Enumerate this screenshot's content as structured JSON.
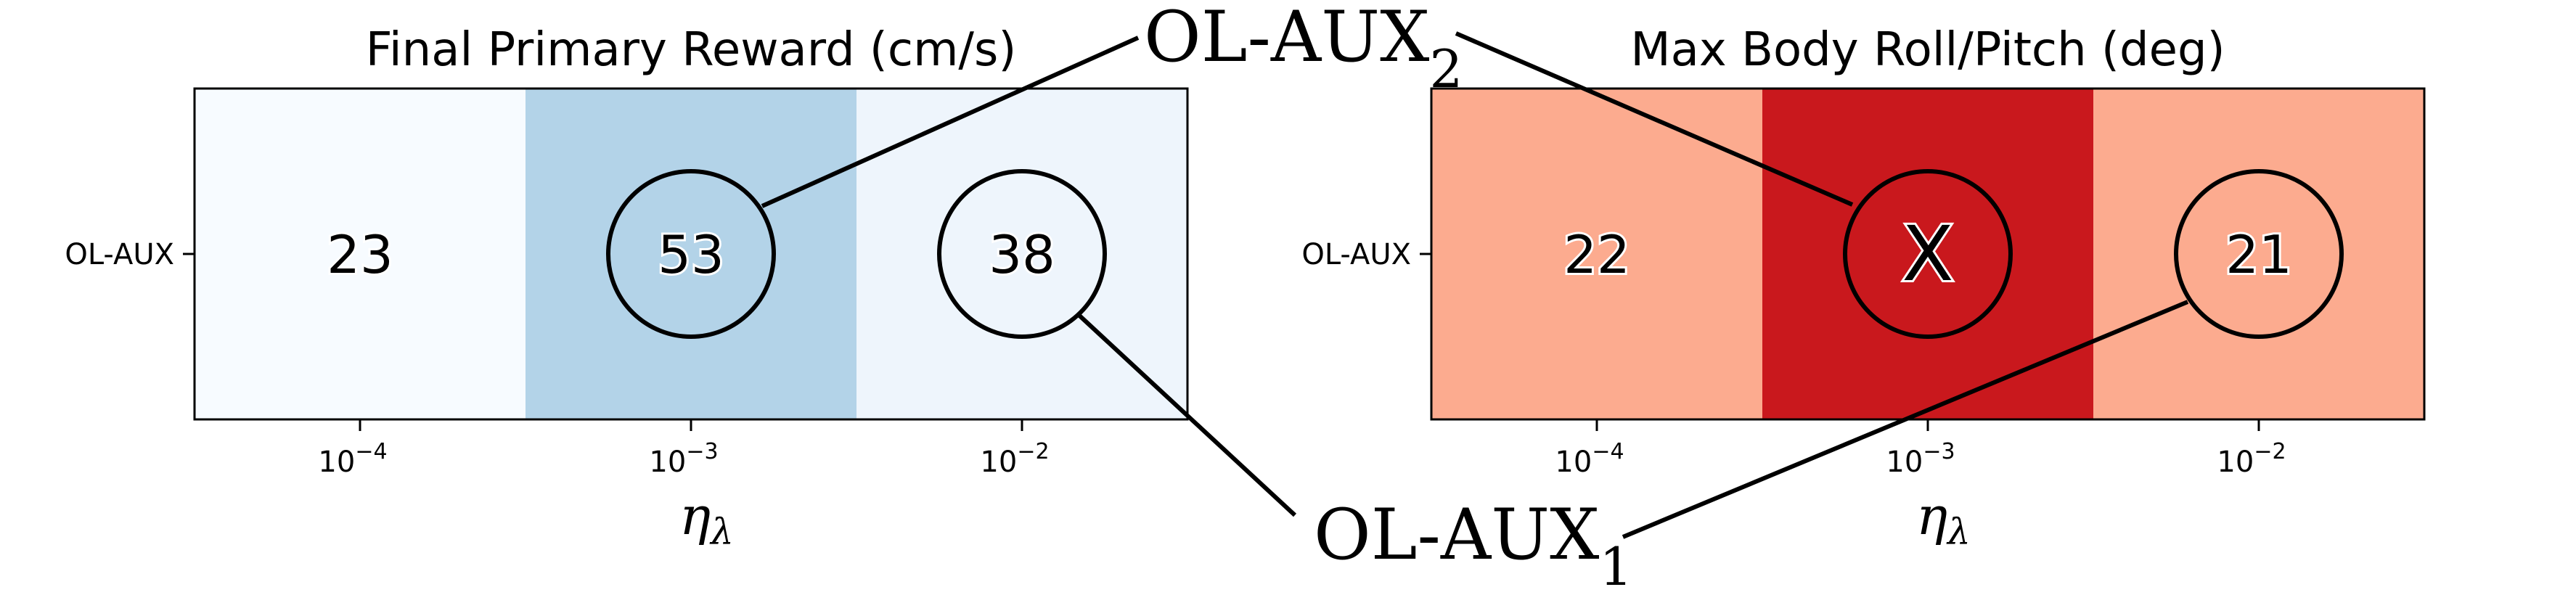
{
  "chart_data": [
    {
      "type": "heatmap",
      "title": "Final Primary Reward (cm/s)",
      "xlabel": "η",
      "xlabel_sub": "λ",
      "rows": [
        "OL-AUX"
      ],
      "columns": [
        {
          "base": "10",
          "exp": "−4"
        },
        {
          "base": "10",
          "exp": "−3"
        },
        {
          "base": "10",
          "exp": "−2"
        }
      ],
      "cells": [
        "23",
        "53",
        "38"
      ],
      "values": [
        23,
        53,
        38
      ],
      "colors": [
        "#f7fbff",
        "#b3d3e8",
        "#eef5fc"
      ],
      "circled": [
        false,
        true,
        true
      ]
    },
    {
      "type": "heatmap",
      "title": "Max Body Roll/Pitch (deg)",
      "xlabel": "η",
      "xlabel_sub": "λ",
      "rows": [
        "OL-AUX"
      ],
      "columns": [
        {
          "base": "10",
          "exp": "−4"
        },
        {
          "base": "10",
          "exp": "−3"
        },
        {
          "base": "10",
          "exp": "−2"
        }
      ],
      "cells": [
        "22",
        "X",
        "21"
      ],
      "values": [
        22,
        null,
        21
      ],
      "colors": [
        "#fcab8f",
        "#c9181d",
        "#fcab8f"
      ],
      "circled": [
        false,
        true,
        true
      ]
    }
  ],
  "callouts": {
    "aux2": {
      "text": "OL-AUX",
      "sub": "2"
    },
    "aux1": {
      "text": "OL-AUX",
      "sub": "1"
    }
  }
}
